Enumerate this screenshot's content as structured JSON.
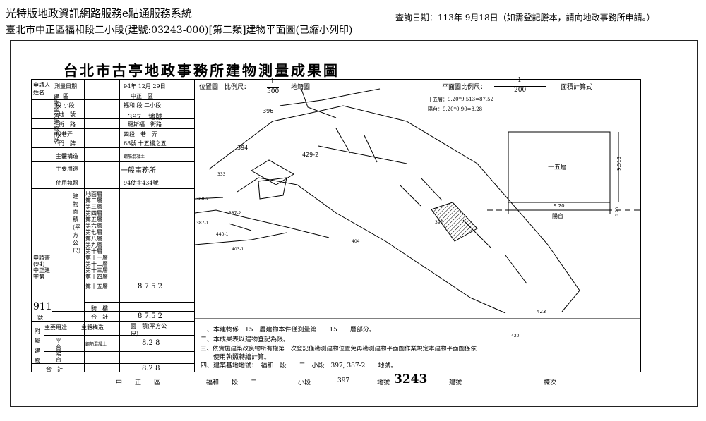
{
  "header": {
    "system_title": "光特版地政資訊網路服務e點通服務系統",
    "subtitle": "臺北市中正區福和段二小段(建號:03243-000)[第二類]建物平面圖(已縮小列印)",
    "query_date": "查詢日期：113年 9月18日（如需登記謄本，請向地政事務所申請。）"
  },
  "doc": {
    "title": "台北市古亭地政事務所建物測量成果圖",
    "location_map_label": "位置圖　比例尺：",
    "location_scale_num": "1",
    "location_scale_den": "500",
    "land_plan_label": "地籍圖",
    "floor_plan_label": "平面圖比例尺：",
    "floor_scale_num": "1",
    "floor_scale_den": "200",
    "area_calc_label": "面積計算式",
    "calc_line1": "十五層：9.20*9.513=87.52",
    "calc_line2": "陽台：9.20*0.90=8.28",
    "floor_name": "十五層",
    "balcony_name": "陽台",
    "dim_w": "9.20",
    "dim_h": "9.513",
    "dim_b": "0.90",
    "parcels": [
      "396",
      "394",
      "429-2",
      "397",
      "404",
      "423",
      "360-2",
      "387-1",
      "387-2",
      "440-1",
      "403-1",
      "333",
      "420"
    ]
  },
  "left_table": {
    "applicant_label": "申請人姓名",
    "survey_date_label": "測量日期",
    "survey_date": "94年 12月 29日",
    "district_label": "區",
    "district": "中正　區",
    "section_label": "段 小段",
    "section": "福和 段 二小段",
    "lot_label": "地　號",
    "lot": "397　地號",
    "street_label": "街　路",
    "street": "羅斯福　街路",
    "lane_label": "段巷弄",
    "lane": "四段　巷　弄",
    "door_label": "門　牌",
    "door": "68號 十五樓之五",
    "group_a": "建物坐落",
    "group_b": "建物門牌",
    "structure_label": "主體構造",
    "structure": "鋼筋混凝土",
    "use_label": "主要用途",
    "use": "一般事務所",
    "license_label": "使用執照",
    "license": "94使字434號",
    "floors_group": "建物面積(平方公尺)",
    "floors": [
      "地面層",
      "第二層",
      "第三層",
      "第四層",
      "第五層",
      "第六層",
      "第七層",
      "第八層",
      "第九層",
      "第十層",
      "第十一層",
      "第十二層",
      "第十三層",
      "第十四層",
      "第十五層"
    ],
    "floor15_area": "8 7.5 2",
    "applicant_no_label": "申請書(94)中正建字第",
    "applicant_no": "911",
    "applicant_no_suffix": "號",
    "stair_label": "騎　樓",
    "total_label": "合　計",
    "total": "8 7.5 2",
    "annex_label": "附屬建物",
    "annex_use_label": "主要用途",
    "annex_struct_label": "主體構造",
    "annex_area_label": "面　積(平方公尺)",
    "annex_use": "平台陽台",
    "annex_struct": "鋼筋混凝土",
    "annex_area": "8.2 8",
    "annex_total_label": "合　計",
    "annex_total": "8.2 8"
  },
  "notes": [
    "一、本建物係　15　層建物本件僅測量第　　15　　層部分。",
    "二、本成果表以建物登記為限。",
    "三、依實施建築改良物所有權第一次登記僅勘測建物位置免再勘測建物平面圖作業規定本建物平面圖係依",
    "　　使用執照轉繪計算。",
    "四、建築基地地號：　福和　段　　二　小段　397, 387-2　　地號。"
  ],
  "bottom": {
    "district": "中　　正　　區",
    "section": "福和　　段　　二",
    "subsection": "小段",
    "lot": "397",
    "bldg_no_label": "地號",
    "bldg_no": "3243",
    "build_label": "建號",
    "inspect_label": "棟次"
  }
}
